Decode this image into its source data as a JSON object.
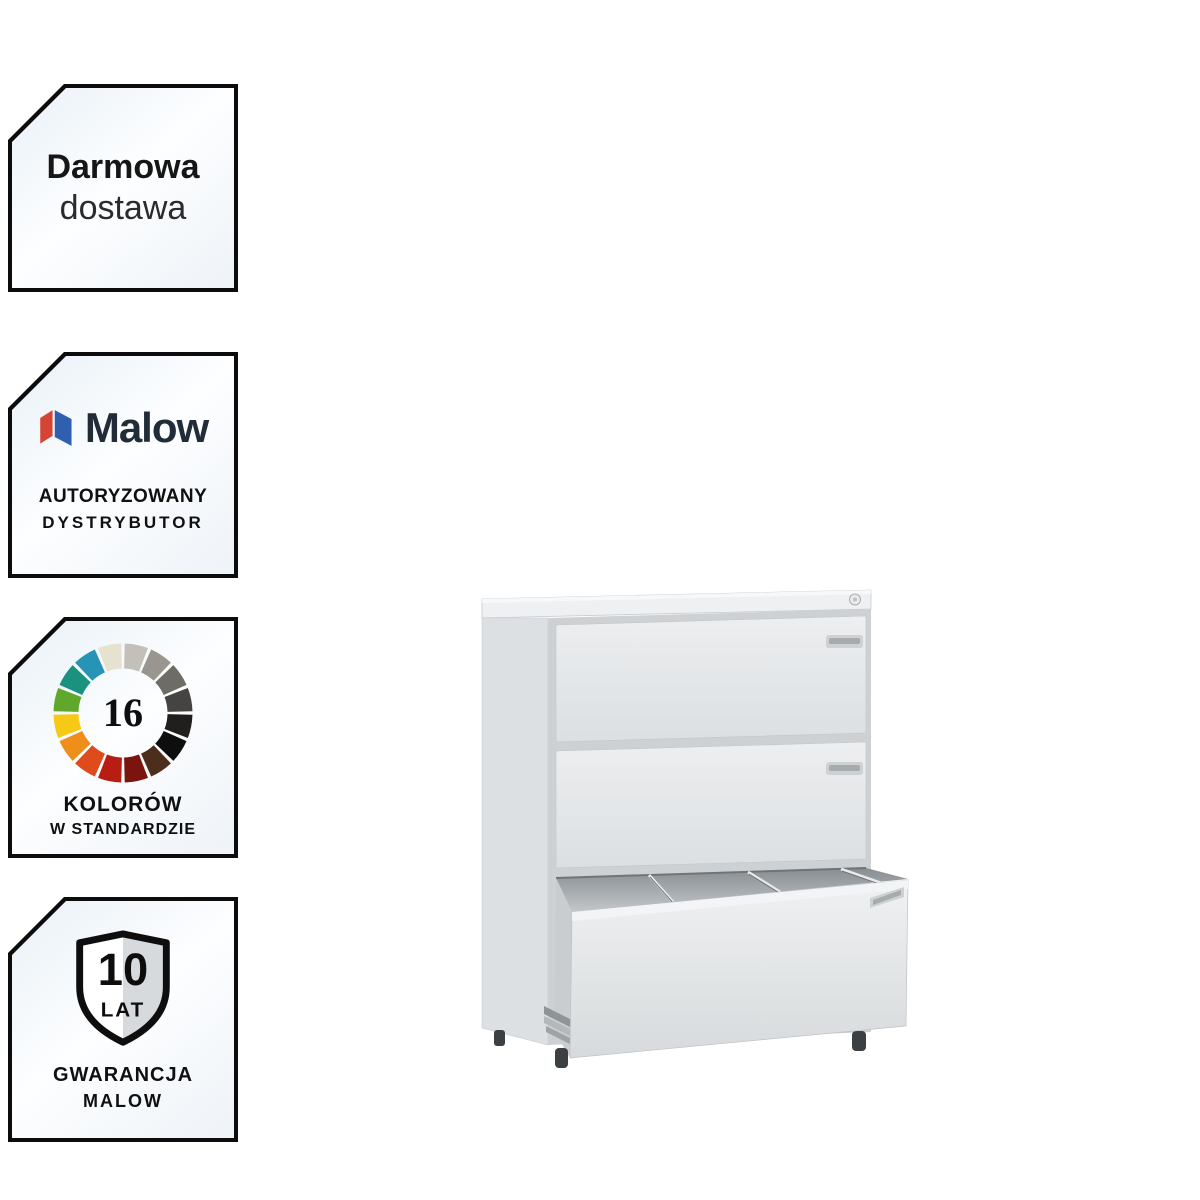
{
  "badges": {
    "free_delivery": {
      "line1": "Darmowa",
      "line2": "dostawa"
    },
    "distributor": {
      "brand": "Malow",
      "line1": "AUTORYZOWANY",
      "line2": "DYSTRYBUTOR"
    },
    "colors": {
      "count": "16",
      "line1": "KOLORÓW",
      "line2": "W STANDARDZIE",
      "wheel": [
        "#c2c0b9",
        "#98968f",
        "#6e6c66",
        "#454440",
        "#201f1d",
        "#0f0e0e",
        "#4d2d1b",
        "#7b140e",
        "#b71d12",
        "#de4c1c",
        "#ee8e1b",
        "#f5c916",
        "#5fa82c",
        "#1b9180",
        "#2793b5",
        "#e7e1cf"
      ]
    },
    "warranty": {
      "years": "10",
      "unit": "LAT",
      "line1": "GWARANCJA",
      "line2": "MALOW"
    }
  },
  "product": {
    "kind": "metal lateral filing cabinet, 3 drawers, bottom drawer open",
    "drawer_count": 3,
    "colors": {
      "body": "#e7e9eb",
      "drawer_face": "#e4e6e8",
      "gap": "#cdd1d4",
      "interior": "#a9aeb2",
      "handle": "#a6abae",
      "feet": "#3d4043"
    }
  }
}
